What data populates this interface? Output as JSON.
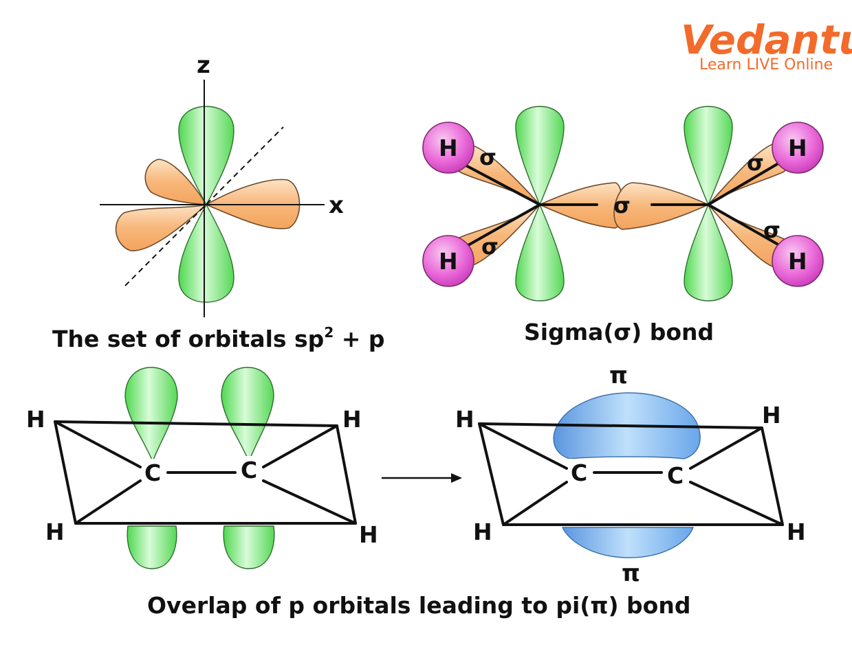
{
  "logo": {
    "brand": "Vedantu",
    "tagline": "Learn LIVE Online"
  },
  "panel_sp2": {
    "axis_z": "z",
    "axis_x": "x",
    "caption_main": "The set of orbitals sp",
    "caption_sup": "2",
    "caption_tail": " + p"
  },
  "panel_sigma": {
    "h_atom": "H",
    "sigma": "σ",
    "caption": "Sigma(σ) bond"
  },
  "panel_pi": {
    "h_atom": "H",
    "c_atom": "C",
    "pi": "π",
    "caption": "Overlap of p orbitals leading to pi(π) bond"
  },
  "colors": {
    "orange": "#f7b77a",
    "green": "#7be87b",
    "blue": "#8fc2f5",
    "pink": "#e85fd6",
    "brand": "#f26b2a"
  }
}
